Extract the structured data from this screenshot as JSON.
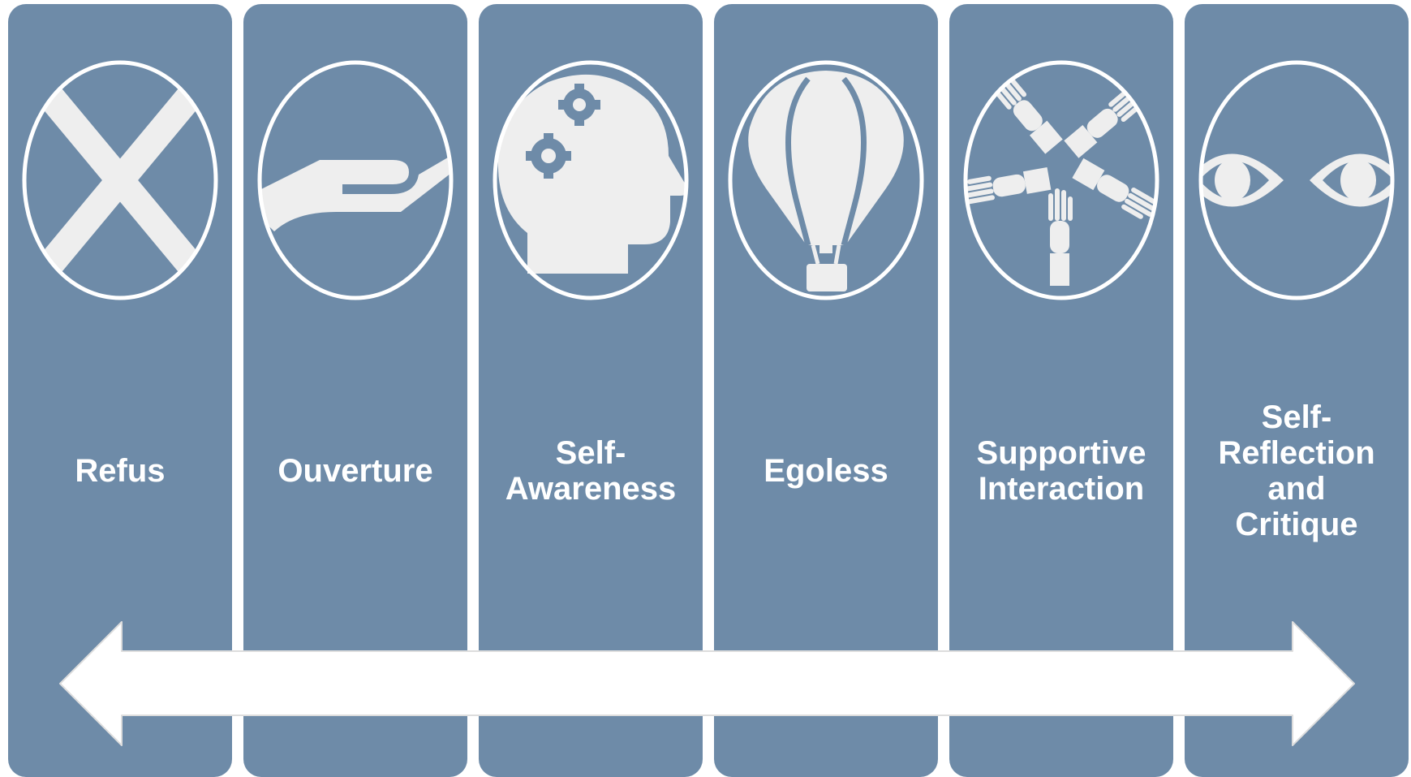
{
  "colors": {
    "column": "#6e8ba8",
    "icon": "#eeeeee",
    "outline": "#ffffff",
    "arrow": "#ffffff",
    "text": "#ffffff"
  },
  "stages": [
    {
      "label": "Refus",
      "icon": "x-mark-icon"
    },
    {
      "label": "Ouverture",
      "icon": "open-hand-icon"
    },
    {
      "label": "Self-\nAwareness",
      "icon": "head-gears-icon"
    },
    {
      "label": "Egoless",
      "icon": "hot-air-balloon-icon"
    },
    {
      "label": "Supportive\nInteraction",
      "icon": "hands-circle-icon"
    },
    {
      "label": "Self-\nReflection\nand\nCritique",
      "icon": "eyes-icon"
    }
  ],
  "arrow": {
    "direction": "bidirectional"
  }
}
